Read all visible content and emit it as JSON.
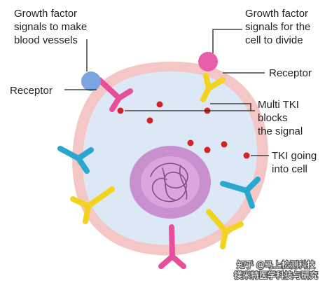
{
  "labels": {
    "left_top_1": "Growth factor",
    "left_top_2": "signals to make",
    "left_top_3": "blood vessels",
    "right_top_1": "Growth factor",
    "right_top_2": "signals for the",
    "right_top_3": "cell to divide",
    "receptor_left": "Receptor",
    "receptor_right": "Receptor",
    "multi_tki_1": "Multi TKI",
    "multi_tki_2": "blocks",
    "multi_tki_3": "the signal",
    "tki_going_1": "TKI going",
    "tki_going_2": "into cell"
  },
  "watermark": {
    "line1": "知乎 @马上检测科技",
    "line2": "镁米特医学科技与研究"
  },
  "colors": {
    "membrane": "#f4c6c6",
    "cytoplasm": "#dde8f6",
    "nucleus": "#c990cf",
    "receptor_pink": "#e84f9b",
    "receptor_blue": "#2aa6cf",
    "receptor_yellow": "#f2d41e",
    "ligand_blue": "#7aa5e0",
    "ligand_pink": "#e85ea8",
    "tki_dot": "#d2232a"
  }
}
